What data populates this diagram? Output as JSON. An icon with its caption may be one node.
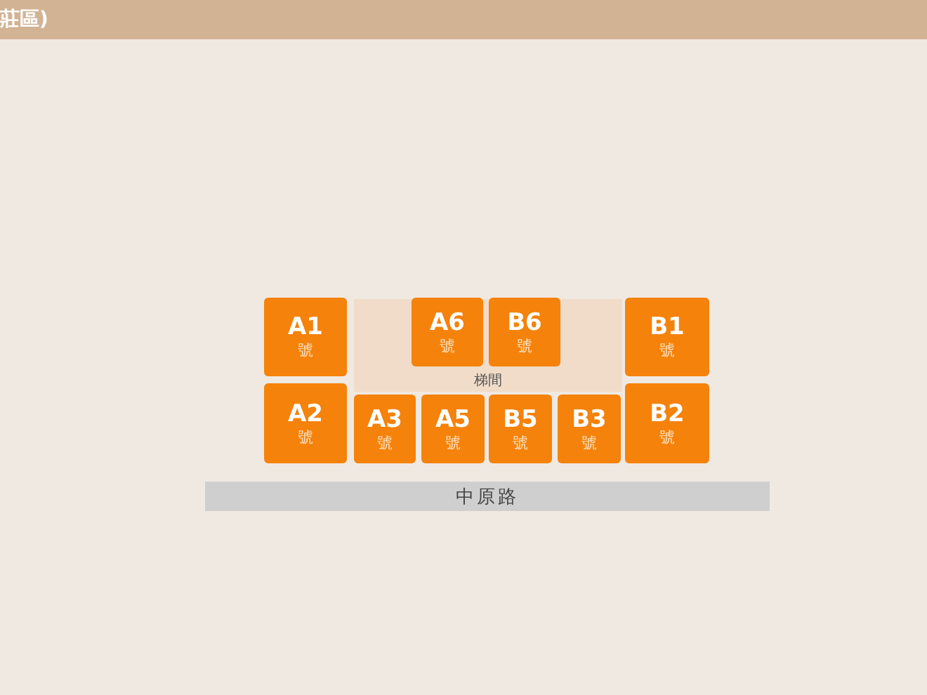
{
  "diagram": {
    "title": "莊區)",
    "nodes": [
      {
        "text": [
          "A1",
          "號"
        ]
      },
      {
        "text": [
          "梯間"
        ]
      },
      {
        "text": [
          "A6",
          "號"
        ],
        "in": 1
      },
      {
        "text": [
          "B6",
          "號"
        ],
        "in": 1
      },
      {
        "text": [
          "B1",
          "號"
        ]
      },
      {
        "text": [
          "A2",
          "號"
        ]
      },
      {
        "text": [
          "A3",
          "號"
        ]
      },
      {
        "text": [
          "A5",
          "號"
        ]
      },
      {
        "text": [
          "B5",
          "號"
        ]
      },
      {
        "text": [
          "B3",
          "號"
        ]
      },
      {
        "text": [
          "B2",
          "號"
        ]
      },
      {
        "text": [
          "中原路"
        ]
      }
    ]
  }
}
